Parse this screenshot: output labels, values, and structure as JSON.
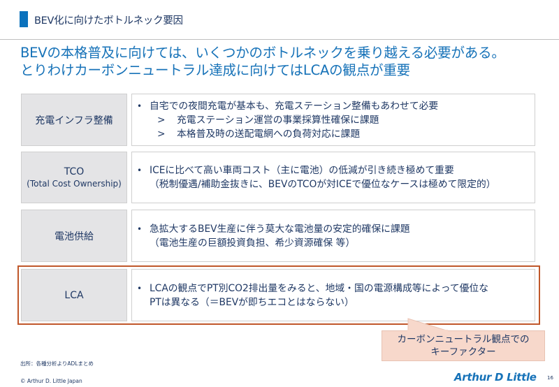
{
  "header": {
    "title": "BEV化に向けたボトルネック要因",
    "accent_color": "#0b72bd"
  },
  "lead": {
    "line1": "BEVの本格普及に向けては、いくつかのボトルネックを乗り越える必要がある。",
    "line2": "とりわけカーボンニュートラル達成に向けてはLCAの観点が重要",
    "color": "#1672b8"
  },
  "rows": [
    {
      "label": "充電インフラ整備",
      "sublabel": null,
      "bullet": "•",
      "main": "自宅での夜間充電が基本も、充電ステーション整備もあわせて必要",
      "subpoints": [
        {
          "marker": ">",
          "text": "充電ステーション運営の事業採算性確保に課題"
        },
        {
          "marker": ">",
          "text": "本格普及時の送配電網への負荷対応に課題"
        }
      ]
    },
    {
      "label": "TCO",
      "sublabel": "(Total Cost Ownership)",
      "bullet": "•",
      "main": "ICEに比べて高い車両コスト（主に電池）の低減が引き続き極めて重要",
      "continuation": "（税制優遇/補助金抜きに、BEVのTCOが対ICEで優位なケースは極めて限定的）"
    },
    {
      "label": "電池供給",
      "sublabel": null,
      "bullet": "•",
      "main": "急拡大するBEV生産に伴う莫大な電池量の安定的確保に課題",
      "continuation": "（電池生産の巨額投資負担、希少資源確保 等）"
    },
    {
      "label": "LCA",
      "sublabel": null,
      "bullet": "•",
      "main": "LCAの観点でPT別CO2排出量をみると、地域・国の電源構成等によって優位な",
      "continuation": "PTは異なる（＝BEVが即ちエコとはならない）",
      "highlight_color": "#c0572a"
    }
  ],
  "callout": {
    "line1": "カーボンニュートラル観点での",
    "line2": "キーファクター",
    "fill": "#f7d8cb"
  },
  "footer": {
    "source": "出所：各種分析よりADLまとめ",
    "copyright": "© Arthur D. Little Japan",
    "logo": "Arthur D Little",
    "page_number": "16"
  }
}
